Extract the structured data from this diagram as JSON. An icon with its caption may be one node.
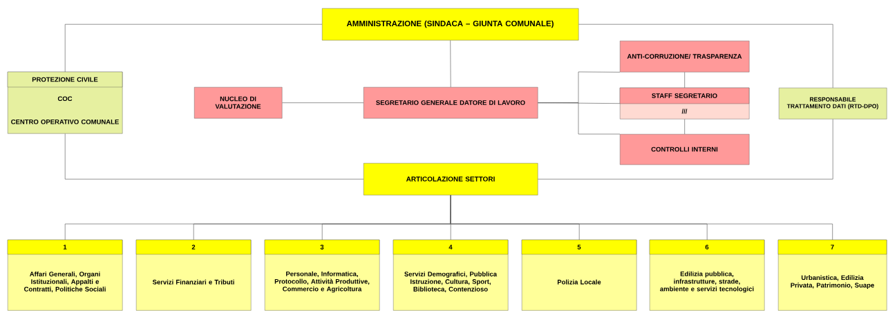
{
  "diagram": {
    "nodes": [
      {
        "text": [
          "AMMINISTRAZIONE (SINDACA – GIUNTA COMUNALE)"
        ]
      },
      {
        "text": [
          "PROTEZIONE CIVILE",
          "COC",
          "CENTRO OPERATIVO COMUNALE"
        ]
      },
      {
        "text": [
          "NUCLEO DI VALUTAZIONE"
        ]
      },
      {
        "text": [
          "SEGRETARIO GENERALE DATORE DI LAVORO"
        ]
      },
      {
        "text": [
          "ANTI-CORRUZIONE/ TRASPARENZA"
        ]
      },
      {
        "text": [
          "STAFF SEGRETARIO",
          "///"
        ]
      },
      {
        "text": [
          "CONTROLLI INTERNI"
        ]
      },
      {
        "text": [
          "RESPONSABILE TRATTAMENTO DATI (RTD-DPO)"
        ]
      },
      {
        "text": [
          "ARTICOLAZIONE SETTORI"
        ]
      },
      {
        "text": [
          "1",
          "Affari Generali, Organi Istituzionali, Appalti e Contratti, Politiche Sociali"
        ]
      },
      {
        "text": [
          "2",
          "Servizi Finanziari e Tributi"
        ]
      },
      {
        "text": [
          "3",
          "Personale, Informatica, Protocollo, Attività Produttive, Commercio e Agricoltura"
        ]
      },
      {
        "text": [
          "4",
          "Servizi Demografici, Pubblica Istruzione, Cultura, Sport, Biblioteca, Contenzioso"
        ]
      },
      {
        "text": [
          "5",
          "Polizia Locale"
        ]
      },
      {
        "text": [
          "6",
          "Edilizia pubblica, infrastrutture, strade, ambiente e servizi tecnologici"
        ]
      },
      {
        "text": [
          "7",
          "Urbanistica, Edilizia Privata, Patrimonio, Suape"
        ]
      }
    ],
    "edges": [
      {
        "from": 0,
        "to": 1,
        "arrow": "none"
      },
      {
        "from": 0,
        "to": 7,
        "arrow": "none"
      },
      {
        "from": 0,
        "to": 3,
        "arrow": "none"
      },
      {
        "from": 2,
        "to": 3,
        "arrow": "none"
      },
      {
        "from": 3,
        "to": 4,
        "arrow": "none"
      },
      {
        "from": 3,
        "to": 5,
        "arrow": "none"
      },
      {
        "from": 3,
        "to": 6,
        "arrow": "none"
      },
      {
        "from": 4,
        "to": 5,
        "arrow": "none"
      },
      {
        "from": 5,
        "to": 6,
        "arrow": "none"
      },
      {
        "from": 1,
        "to": 8,
        "arrow": "none"
      },
      {
        "from": 7,
        "to": 8,
        "arrow": "none"
      },
      {
        "from": 8,
        "to": 9,
        "arrow": "none"
      },
      {
        "from": 8,
        "to": 10,
        "arrow": "none"
      },
      {
        "from": 8,
        "to": 11,
        "arrow": "none"
      },
      {
        "from": 8,
        "to": 12,
        "arrow": "none"
      },
      {
        "from": 8,
        "to": 13,
        "arrow": "none"
      },
      {
        "from": 8,
        "to": 14,
        "arrow": "none"
      },
      {
        "from": 8,
        "to": 15,
        "arrow": "none"
      }
    ]
  }
}
